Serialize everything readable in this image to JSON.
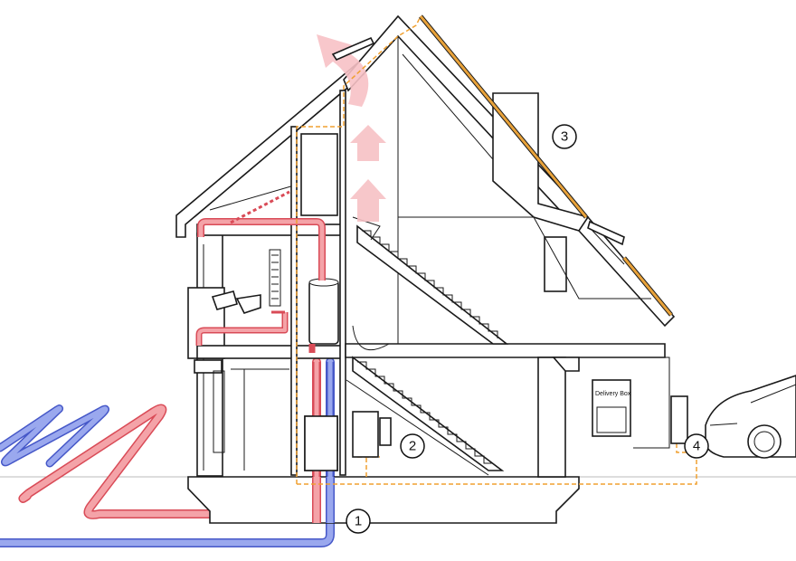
{
  "callouts": [
    {
      "id": "1",
      "label": "1"
    },
    {
      "id": "2",
      "label": "2"
    },
    {
      "id": "3",
      "label": "3"
    },
    {
      "id": "4",
      "label": "4"
    }
  ],
  "delivery_box": {
    "label": "Delivery Box"
  },
  "colors": {
    "warm_pipe": "#f4a3a8",
    "warm_pipe_edge": "#d94b57",
    "cold_pipe": "#9aa8ee",
    "cold_pipe_edge": "#4658c8",
    "electric_dashed": "#f0a030",
    "solar_panel": "#e8a23a",
    "air_flow": "#f7c1c5",
    "line": "#1a1a1a"
  }
}
